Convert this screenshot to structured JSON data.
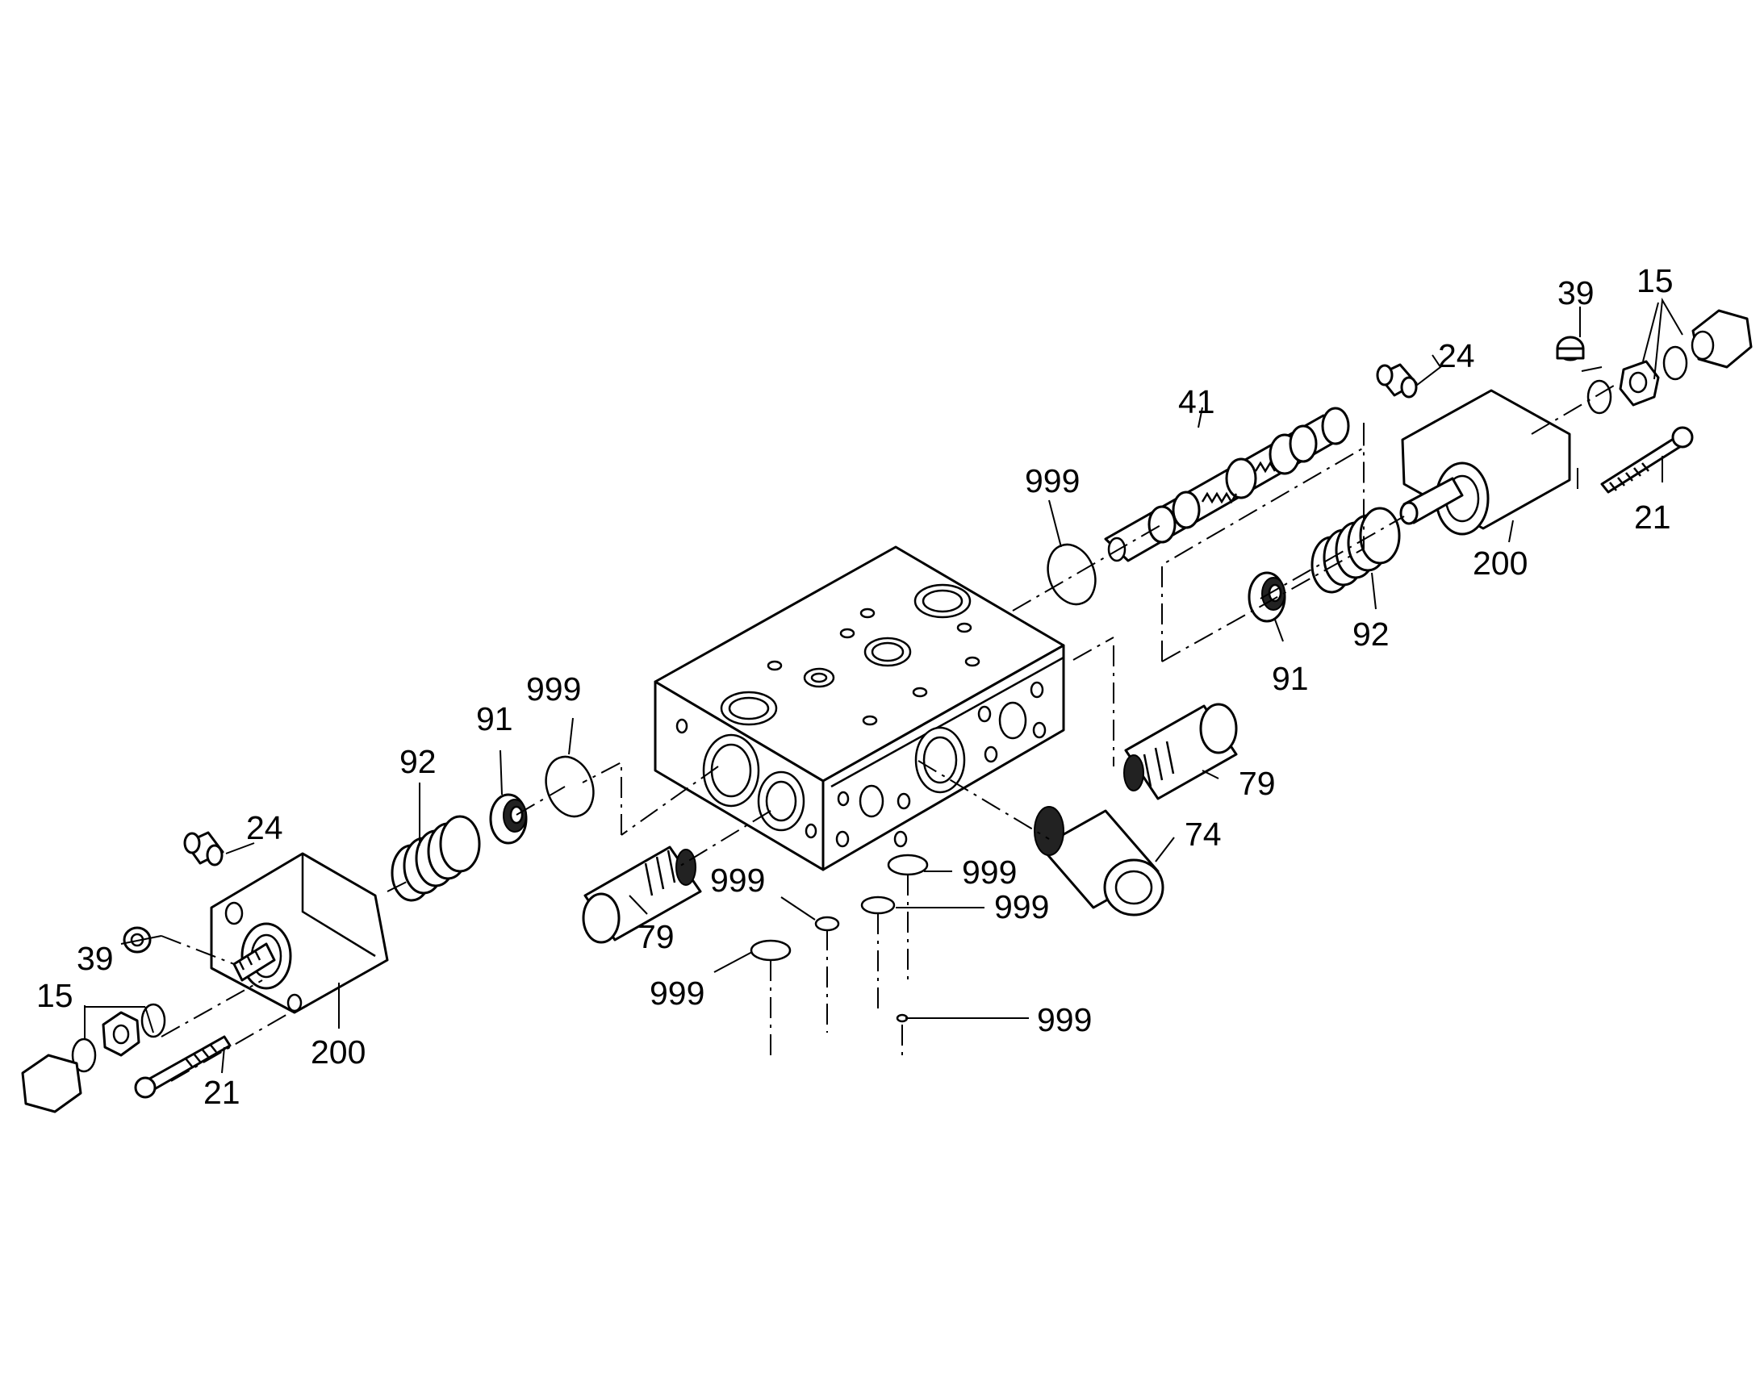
{
  "callouts": {
    "c15_right": "15",
    "c39_right": "39",
    "c24_right": "24",
    "c41": "41",
    "c999_top": "999",
    "c21_right": "21",
    "c200_right": "200",
    "c92_right": "92",
    "c91_right": "91",
    "c999_mid": "999",
    "c91_left": "91",
    "c92_left": "92",
    "c79_right": "79",
    "c24_left": "24",
    "c74": "74",
    "c999_a": "999",
    "c999_b": "999",
    "c999_c": "999",
    "c39_left": "39",
    "c79_left": "79",
    "c15_left": "15",
    "c999_d": "999",
    "c999_e": "999",
    "c200_left": "200",
    "c21_left": "21"
  }
}
